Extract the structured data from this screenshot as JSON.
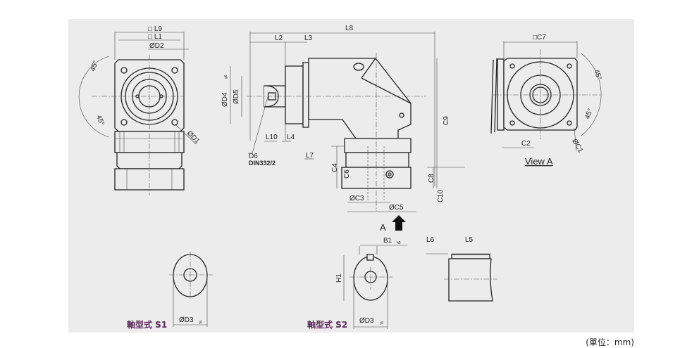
{
  "labels": {
    "L9": "□ L9",
    "L1": "□ L1",
    "D2": "ØD2",
    "D1": "ØD1",
    "angle": "45°",
    "L8": "L8",
    "L2": "L2",
    "L3": "L3",
    "D4": "ØD4",
    "D4_tol": "g6",
    "D5": "ØD5",
    "L10": "L10",
    "L4": "L4",
    "L7": "L7",
    "D6": "D6",
    "din": "DIN332/2",
    "C4": "C4",
    "C6": "C6",
    "C8": "C8",
    "C9": "C9",
    "C10": "C10",
    "C3": "ØC3",
    "C5": "ØC5",
    "A": "A",
    "C7": "□C7",
    "C2": "C2",
    "C1": "ØC1",
    "view_a": "View A",
    "B1": "B1",
    "B1_tol": "h9",
    "H1": "H1",
    "L6": "L6",
    "L5": "L5",
    "D3": "ØD3",
    "D3_tol": "j6"
  },
  "shaft_types": {
    "s1": "軸型式 S1",
    "s2": "軸型式 S2"
  },
  "unit": "(單位：mm)"
}
